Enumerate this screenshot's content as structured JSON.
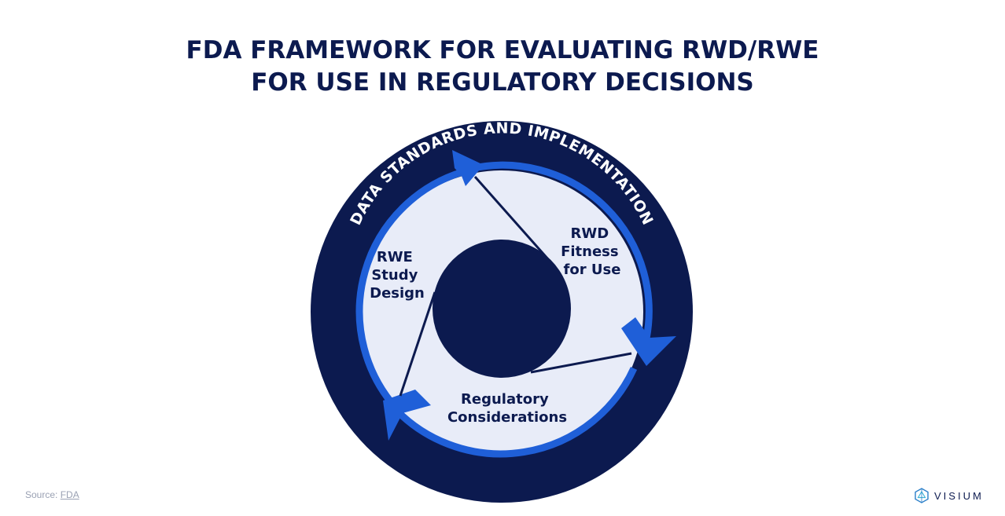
{
  "title": {
    "line1": "FDA FRAMEWORK FOR EVALUATING RWD/RWE",
    "line2": "FOR USE IN REGULATORY DECISIONS"
  },
  "ring_label": "DATA STANDARDS AND IMPLEMENTATION",
  "segments": {
    "top_right": [
      "RWD",
      "Fitness",
      "for Use"
    ],
    "bottom": [
      "Regulatory",
      "Considerations"
    ],
    "left": [
      "RWE",
      "Study",
      "Design"
    ]
  },
  "source": {
    "prefix": "Source: ",
    "link_text": "FDA"
  },
  "brand": {
    "name": "VISIUM",
    "icon": "visium-logo-icon"
  },
  "colors": {
    "navy": "#0c1a4f",
    "accent_blue": "#1f5fd8",
    "light_fill": "#e8ecf8",
    "white": "#ffffff"
  }
}
